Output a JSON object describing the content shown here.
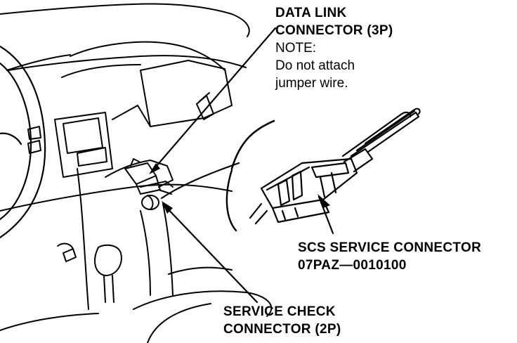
{
  "labels": {
    "data_link": {
      "line1": "DATA LINK",
      "line2": "CONNECTOR (3P)",
      "note_title": "NOTE:",
      "note_line1": "Do not attach",
      "note_line2": "jumper wire."
    },
    "scs": {
      "line1": "SCS SERVICE CONNECTOR",
      "line2": "07PAZ—0010100"
    },
    "service_check": {
      "line1": "SERVICE CHECK",
      "line2": "CONNECTOR (2P)"
    }
  },
  "colors": {
    "ink": "#000000",
    "paper": "#ffffff"
  }
}
